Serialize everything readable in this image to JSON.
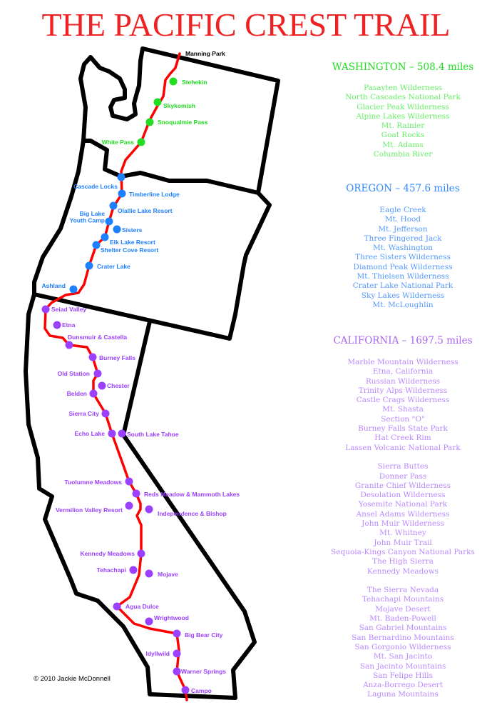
{
  "title": "THE PACIFIC CREST TRAIL",
  "colors": {
    "title": "#ee2222",
    "trail": "#ff0000",
    "washington": "#22dd22",
    "oregon": "#1e7fff",
    "california": "#9b40ff",
    "washington_list": "#66ee66",
    "oregon_list": "#5599ff",
    "california_list": "#bb88ff"
  },
  "map": {
    "terminus_north": "Manning Park",
    "washington_stops": [
      "Stehekin",
      "Skykomish",
      "Snoqualmie Pass",
      "White Pass"
    ],
    "oregon_stops": [
      "Cascade Locks",
      "Timberline Lodge",
      "Olallie Lake Resort",
      "Big Lake Youth Camp",
      "Sisters",
      "Elk Lake Resort",
      "Shelter Cove Resort",
      "Crater Lake",
      "Ashland"
    ],
    "california_stops": [
      "Seiad Valley",
      "Etna",
      "Dunsmuir & Castella",
      "Burney Falls",
      "Old Station",
      "Chester",
      "Belden",
      "Sierra City",
      "Echo Lake",
      "South Lake Tahoe",
      "Tuolumne Meadows",
      "Reds Meadow & Mammoth Lakes",
      "Vermilion Valley Resort",
      "Independence & Bishop",
      "Kennedy Meadows",
      "Tehachapi",
      "Mojave",
      "Agua Dulce",
      "Wrightwood",
      "Big Bear City",
      "Idyllwild",
      "Warner Springs",
      "Campo"
    ]
  },
  "sections": {
    "washington": {
      "header": "WASHINGTON – 508.4 miles",
      "groups": [
        [
          "Pasayten Wilderness",
          "North Cascades National Park",
          "Glacier Peak Wilderness",
          "Alpine Lakes Wilderness",
          "Mt. Rainier",
          "Goat Rocks",
          "Mt. Adams",
          "Columbia River"
        ]
      ]
    },
    "oregon": {
      "header": "OREGON – 457.6 miles",
      "groups": [
        [
          "Eagle Creek",
          "Mt. Hood",
          "Mt. Jefferson",
          "Three Fingered Jack",
          "Mt. Washington",
          "Three Sisters Wilderness",
          "Diamond Peak Wilderness",
          "Mt. Thielsen Wilderness",
          "Crater Lake National Park",
          "Sky Lakes Wilderness",
          "Mt. McLoughlin"
        ]
      ]
    },
    "california": {
      "header": "CALIFORNIA – 1697.5 miles",
      "groups": [
        [
          "Marble Mountain Wilderness",
          "Etna, California",
          "Russian Wilderness",
          "Trinity Alps Wilderness",
          "Castle Crags Wilderness",
          "Mt. Shasta",
          "Section \"O\"",
          "Burney Falls State Park",
          "Hat Creek Rim",
          "Lassen Volcanic National Park"
        ],
        [
          "Sierra Buttes",
          "Donner Pass",
          "Granite Chief Wilderness",
          "Desolation Wilderness",
          "Yosemite National Park",
          "Ansel Adams Wilderness",
          "John Muir Wilderness",
          "Mt. Whitney",
          "John Muir Trail",
          "Sequoia-Kings Canyon National Parks",
          "The High Sierra",
          "Kennedy Meadows"
        ],
        [
          "The Sierra Nevada",
          "Tehachapi Mountains",
          "Mojave Desert",
          "Mt. Baden-Powell",
          "San Gabriel Mountains",
          "San Bernardino Mountains",
          "San Gorgonio Wilderness",
          "Mt. San Jacinto",
          "San Jacinto Mountains",
          "San Felipe Hills",
          "Anza-Borrego Desert",
          "Laguna Mountains"
        ]
      ]
    }
  },
  "copyright": "© 2010 Jackie McDonnell"
}
